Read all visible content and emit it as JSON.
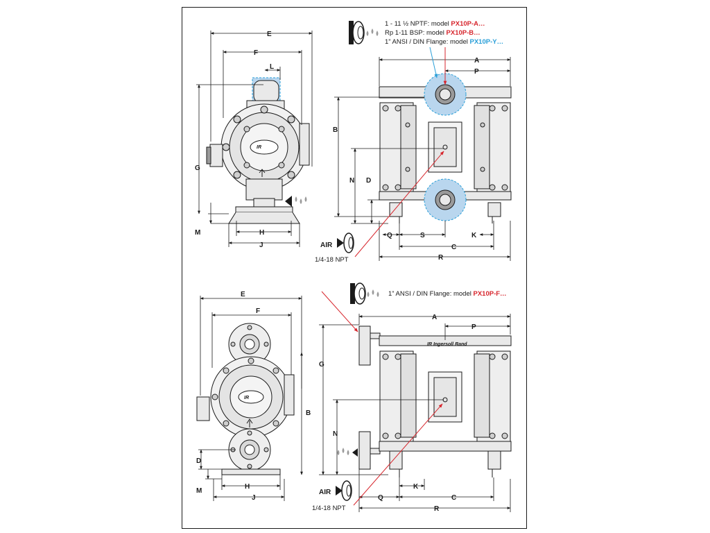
{
  "colors": {
    "red": "#d7262d",
    "blue": "#2a9fd8",
    "blue_fill": "#b9d6ee",
    "line": "#1a1a1a",
    "part_fill": "#e9e9e9",
    "part_dark": "#9a9a9a"
  },
  "top": {
    "side_dims": {
      "E": "E",
      "F": "F",
      "L": "L",
      "G": "G",
      "M": "M",
      "H": "H",
      "J": "J"
    },
    "front_dims": {
      "A": "A",
      "P": "P",
      "B": "B",
      "N": "N",
      "D": "D",
      "Q": "Q",
      "S": "S",
      "K": "K",
      "C": "C",
      "R": "R"
    },
    "models": [
      {
        "prefix": "1 - 11 ½  NPTF: model ",
        "model": "PX10P-A…",
        "color": "red"
      },
      {
        "prefix": "Rp 1-11 BSP: model ",
        "model": "PX10P-B…",
        "color": "red"
      },
      {
        "prefix": "1” ANSI / DIN Flange: model ",
        "model": "PX10P-Y…",
        "color": "blue"
      }
    ],
    "air_label": "AIR",
    "air_port": "1/4-18 NPT"
  },
  "bottom": {
    "side_dims": {
      "E": "E",
      "F": "F",
      "B": "B",
      "D": "D",
      "M": "M",
      "H": "H",
      "J": "J"
    },
    "front_dims": {
      "A": "A",
      "P": "P",
      "G": "G",
      "N": "N",
      "Q": "Q",
      "K": "K",
      "C": "C",
      "R": "R"
    },
    "models": [
      {
        "prefix": "1” ANSI / DIN Flange: model ",
        "model": "PX10P-F…",
        "color": "red"
      }
    ],
    "air_label": "AIR",
    "air_port": "1/4-18 NPT"
  },
  "logo_text": "Ingersoll Rand",
  "icons": [
    "port-fitting-icon",
    "fluid-drops-icon",
    "air-inlet-icon",
    "flow-arrow-icon"
  ]
}
